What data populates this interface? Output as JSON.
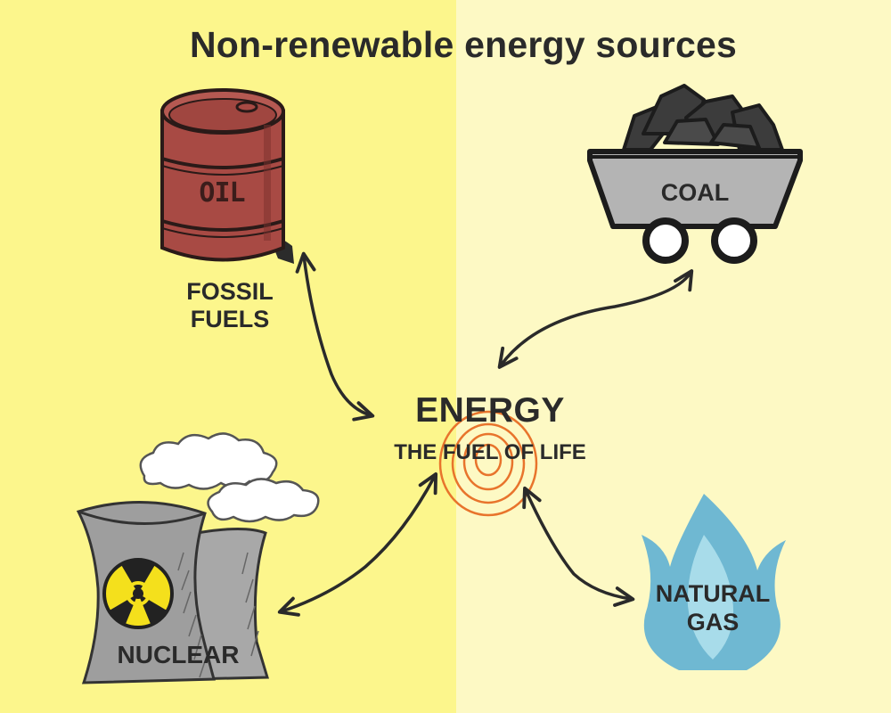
{
  "title": "Non-renewable energy sources",
  "center": {
    "title": "ENERGY",
    "subtitle": "THE FUEL OF LIFE"
  },
  "sources": {
    "oil": {
      "barrel_label": "OIL",
      "caption_line1": "FOSSIL",
      "caption_line2": "FUELS"
    },
    "coal": {
      "label": "COAL"
    },
    "nuclear": {
      "label": "NUCLEAR"
    },
    "gas": {
      "line1": "NATURAL",
      "line2": "GAS"
    }
  },
  "colors": {
    "background_left": "#fcf68c",
    "background_right": "#fdf9c4",
    "barrel": "#a84a44",
    "cart": "#b4b4b4",
    "coal": "#3c3c3c",
    "tower": "#9e9e9e",
    "radiation": "#f4e01c",
    "flame": "#6fb8d2",
    "rings": "#e8742c",
    "ink": "#2a2a2a"
  },
  "icons": [
    "oil-barrel-icon",
    "coal-cart-icon",
    "cooling-tower-icon",
    "radiation-icon",
    "steam-cloud-icon",
    "flame-icon",
    "concentric-rings-icon"
  ]
}
